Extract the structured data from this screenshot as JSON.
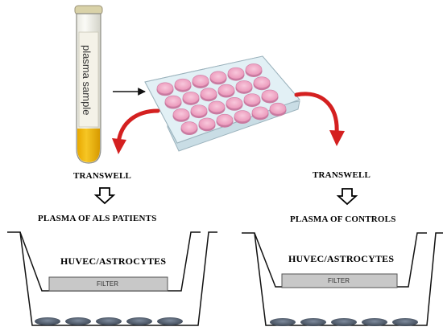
{
  "tube": {
    "label": "plasma sample"
  },
  "left_panel": {
    "transwell_label": "TRANSWELL",
    "plasma_label": "PLASMA OF ALS PATIENTS",
    "cells_label": "HUVEC/ASTROCYTES",
    "filter_label": "FILTER"
  },
  "right_panel": {
    "transwell_label": "TRANSWELL",
    "plasma_label": "PLASMA OF CONTROLS",
    "cells_label": "HUVEC/ASTROCYTES",
    "filter_label": "FILTER"
  },
  "colors": {
    "plasma": "#f0b800",
    "well": "#f2a3c5",
    "plate": "#dfeef3",
    "red_arrow": "#d42020",
    "filter": "#c8c8c8",
    "bottom_dots": "#556070"
  }
}
